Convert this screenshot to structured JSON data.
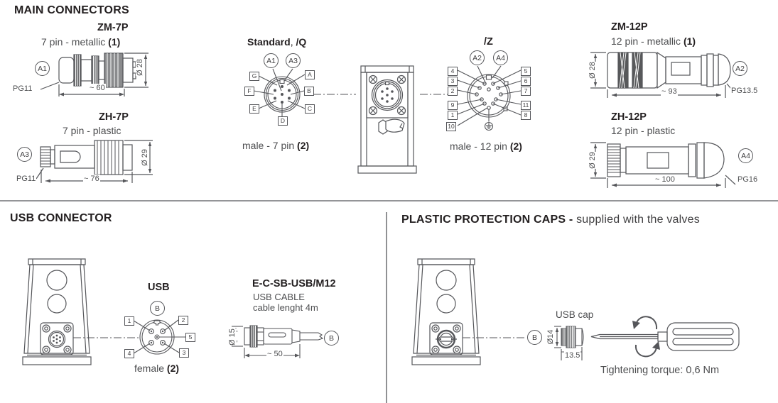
{
  "colors": {
    "line": "#55565a",
    "text": "#231f20",
    "muted": "#4d4e50"
  },
  "sections": {
    "main": {
      "title": "MAIN CONNECTORS"
    },
    "usb": {
      "title": "USB CONNECTOR"
    },
    "caps": {
      "title": "PLASTIC PROTECTION CAPS -",
      "subtitle": "supplied with the valves"
    }
  },
  "connectors": {
    "zm7p": {
      "name": "ZM-7P",
      "desc": "7 pin - metallic",
      "mark": "(1)",
      "ref": "A1",
      "gland": "PG11",
      "length": "~ 60",
      "diameter": "Ø 28"
    },
    "zh7p": {
      "name": "ZH-7P",
      "desc": "7 pin - plastic",
      "ref": "A3",
      "gland": "PG11",
      "length": "~ 76",
      "diameter": "Ø 29"
    },
    "zm12p": {
      "name": "ZM-12P",
      "desc": "12 pin - metallic",
      "mark": "(1)",
      "ref": "A2",
      "gland": "PG13.5",
      "length": "~ 93",
      "diameter": "Ø 28"
    },
    "zh12p": {
      "name": "ZH-12P",
      "desc": "12 pin - plastic",
      "ref": "A4",
      "gland": "PG16",
      "length": "~ 100",
      "diameter": "Ø 29"
    }
  },
  "pin7": {
    "title_a": "Standard",
    "title_sep": ", ",
    "title_b": "/Q",
    "ref_a": "A1",
    "ref_b": "A3",
    "left": [
      "G",
      "F",
      "E"
    ],
    "right": [
      "A",
      "B",
      "C"
    ],
    "bottom": "D",
    "caption": "male - 7 pin",
    "caption_mark": "(2)"
  },
  "pin12": {
    "title": "/Z",
    "ref_a": "A2",
    "ref_b": "A4",
    "left": [
      "4",
      "3",
      "2",
      "9",
      "1",
      "10"
    ],
    "right": [
      "5",
      "6",
      "7",
      "11",
      "8"
    ],
    "ground_icon": "earth-ground-symbol",
    "caption": "male - 12 pin",
    "caption_mark": "(2)"
  },
  "pin_usb": {
    "title": "USB",
    "ref": "B",
    "tl": "1",
    "tr": "2",
    "r": "5",
    "bl": "4",
    "br": "3",
    "caption": "female",
    "caption_mark": "(2)"
  },
  "usb_cable": {
    "name": "E-C-SB-USB/M12",
    "type": "USB CABLE",
    "note": "cable lenght 4m",
    "diameter": "Ø 15",
    "length": "~ 50",
    "ref": "B"
  },
  "protection": {
    "ref": "B",
    "cap_label": "USB cap",
    "cap_diameter": "Ø14",
    "cap_width": "13.5",
    "torque": "Tightening torque: 0,6 Nm"
  }
}
